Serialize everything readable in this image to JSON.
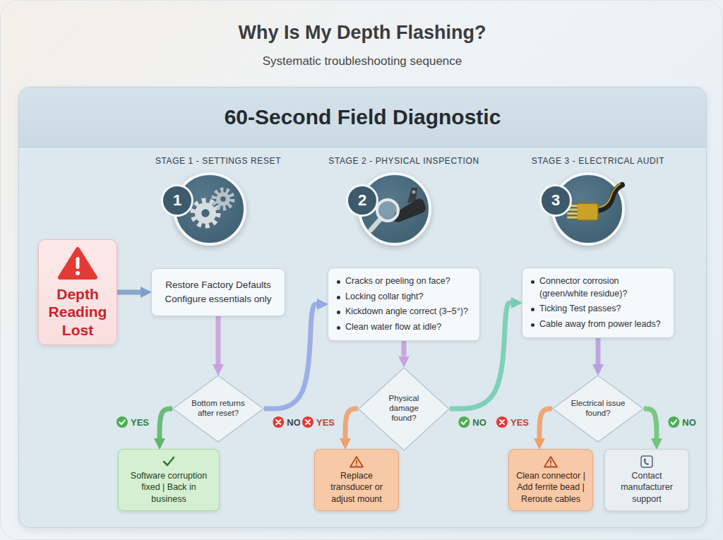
{
  "diagram": {
    "title": "Why Is My Depth Flashing?",
    "nodes": [
      {
        "text": [
          "60-Second Field Diagnostic"
        ]
      },
      {
        "text": [
          "Depth Reading Lost"
        ],
        "in": 0
      },
      {
        "text": [
          "1"
        ],
        "in": 0
      },
      {
        "text": [
          "Restore Factory Defaults",
          "Configure essentials only"
        ],
        "in": 0
      },
      {
        "text": [
          "Bottom returns after reset?"
        ],
        "in": 0
      },
      {
        "text": [
          "Software corruption fixed | Back in business"
        ],
        "in": 0
      },
      {
        "text": [
          "2"
        ],
        "in": 0
      },
      {
        "text": [
          "Cracks or peeling on face?",
          "Locking collar tight?",
          "Kickdown angle correct (3–5°)?",
          "Clean water flow at idle?"
        ],
        "in": 0
      },
      {
        "text": [
          "Physical damage found?"
        ],
        "in": 0
      },
      {
        "text": [
          "Replace transducer or adjust mount"
        ],
        "in": 0
      },
      {
        "text": [
          "3"
        ],
        "in": 0
      },
      {
        "text": [
          "Connector corrosion (green/white residue)?",
          "Ticking Test passes?",
          "Cable away from power leads?"
        ],
        "in": 0
      },
      {
        "text": [
          "Electrical issue found?"
        ],
        "in": 0
      },
      {
        "text": [
          "Clean connector | Add ferrite bead | Reroute cables"
        ],
        "in": 0
      },
      {
        "text": [
          "Contact manufacturer support"
        ],
        "in": 0
      }
    ],
    "edges": [
      {
        "from": 1,
        "to": 3,
        "arrow": "to"
      },
      {
        "from": 3,
        "to": 4,
        "arrow": "to"
      },
      {
        "from": 4,
        "to": 5,
        "label": "YES",
        "arrow": "to"
      },
      {
        "from": 4,
        "to": 7,
        "label": "NO",
        "arrow": "to"
      },
      {
        "from": 7,
        "to": 8,
        "arrow": "to"
      },
      {
        "from": 8,
        "to": 9,
        "label": "YES",
        "arrow": "to"
      },
      {
        "from": 8,
        "to": 11,
        "label": "NO",
        "arrow": "to"
      },
      {
        "from": 11,
        "to": 12,
        "arrow": "to"
      },
      {
        "from": 12,
        "to": 13,
        "label": "YES",
        "arrow": "to"
      },
      {
        "from": 12,
        "to": 14,
        "label": "NO",
        "arrow": "to"
      }
    ],
    "labels": [
      "Systematic troubleshooting sequence",
      "STAGE 1 - SETTINGS RESET",
      "STAGE 2 - PHYSICAL INSPECTION",
      "STAGE 3 - ELECTRICAL AUDIT"
    ]
  }
}
